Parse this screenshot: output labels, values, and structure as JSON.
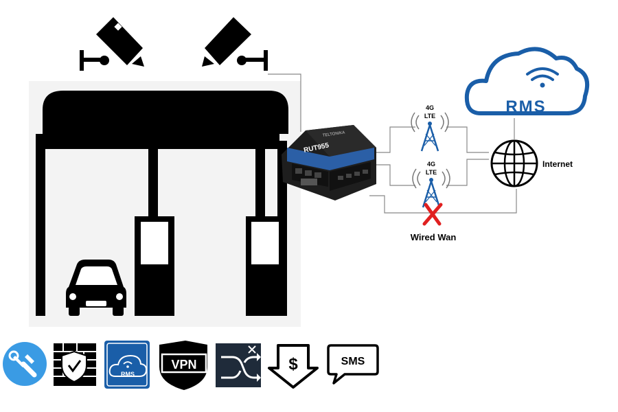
{
  "router": {
    "model": "RUT955",
    "brand": "TELTONIKA"
  },
  "towers": [
    {
      "band": "4G",
      "tech": "LTE"
    },
    {
      "band": "4G",
      "tech": "LTE"
    }
  ],
  "cloud": {
    "label": "RMS"
  },
  "internet": {
    "label": "Internet"
  },
  "wired_wan": {
    "label": "Wired Wan"
  },
  "feature_icons": [
    {
      "name": "wrench-icon",
      "label": ""
    },
    {
      "name": "firewall-shield-icon",
      "label": ""
    },
    {
      "name": "rms-cloud-icon",
      "label": "RMS"
    },
    {
      "name": "vpn-shield-icon",
      "label": "VPN"
    },
    {
      "name": "failover-shuffle-icon",
      "label": ""
    },
    {
      "name": "cost-down-icon",
      "label": "$"
    },
    {
      "name": "sms-bubble-icon",
      "label": "SMS"
    }
  ],
  "colors": {
    "accent_blue": "#1a5ea8",
    "feature_blue": "#3a9be4",
    "alert_red": "#e02020",
    "dark": "#000000",
    "panel": "#f3f3f3"
  }
}
